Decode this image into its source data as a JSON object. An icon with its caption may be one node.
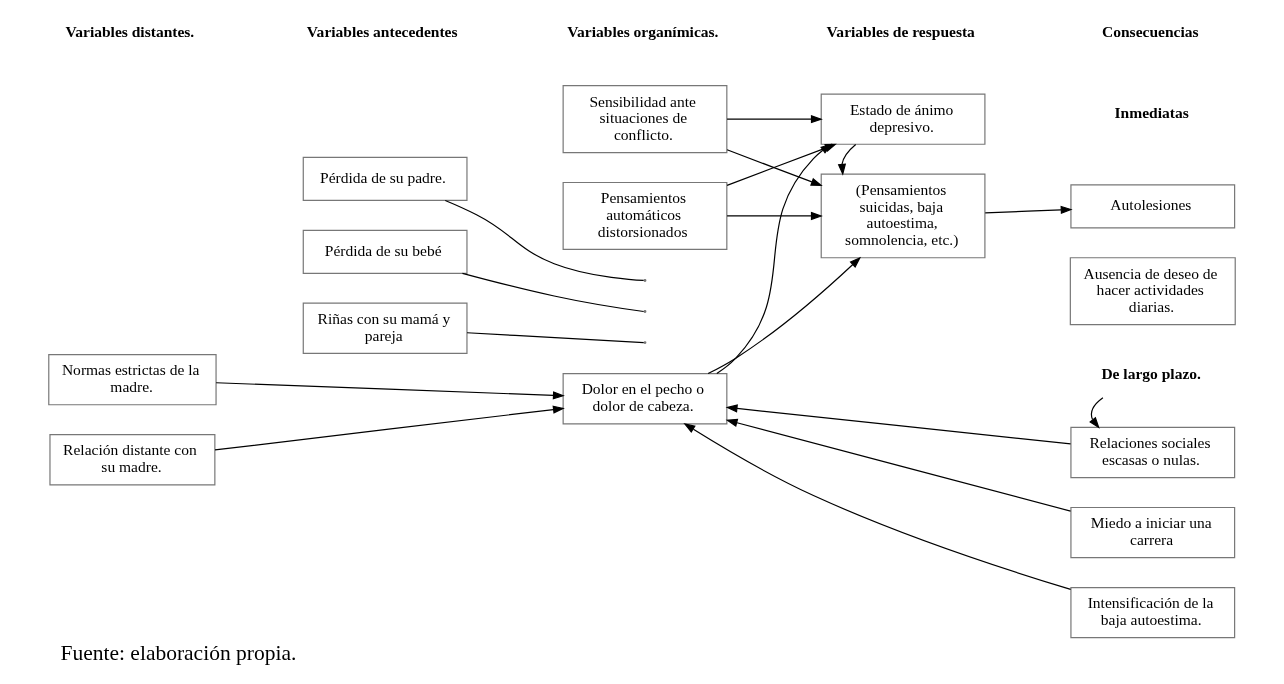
{
  "diagram": {
    "caption": "Fuente: elaboración propia.",
    "nodes": [
      {
        "text": [
          "Normas estrictas de la madre."
        ]
      },
      {
        "text": [
          "Relación distante con su madre."
        ]
      },
      {
        "text": [
          "Pérdida de su padre."
        ]
      },
      {
        "text": [
          "Pérdida de su bebé"
        ]
      },
      {
        "text": [
          "Riñas con su mamá y pareja"
        ]
      },
      {
        "text": [
          "Sensibilidad ante situaciones de conflicto."
        ]
      },
      {
        "text": [
          "Pensamientos automáticos distorsionados"
        ]
      },
      {
        "text": [
          "Dolor en el pecho o dolor de cabeza."
        ]
      },
      {
        "text": [
          "(Pensamientos suicidas, baja autoestima, somnolencia, etc.)"
        ]
      },
      {
        "text": [
          "Estado de ánimo depresivo."
        ]
      },
      {
        "text": [
          "Autolesiones"
        ]
      },
      {
        "text": [
          "Ausencia de deseo de hacer actividades diarias."
        ]
      },
      {
        "text": [
          "De largo plazo."
        ]
      },
      {
        "text": [
          "Relaciones sociales escasas o nulas."
        ]
      },
      {
        "text": [
          "Miedo a iniciar una carrera"
        ]
      },
      {
        "text": [
          "Intensificación de la baja autoestima."
        ]
      }
    ],
    "edges": [
      {
        "from": 0,
        "to": 7,
        "arrow": "to"
      },
      {
        "from": 1,
        "to": 7,
        "arrow": "to"
      },
      {
        "from": 2,
        "to": null,
        "arrow": "none"
      },
      {
        "from": 3,
        "to": null,
        "arrow": "none"
      },
      {
        "from": 4,
        "to": null,
        "arrow": "none"
      },
      {
        "from": 5,
        "to": 8,
        "arrow": "to"
      },
      {
        "from": 5,
        "to": 9,
        "arrow": "to"
      },
      {
        "from": 6,
        "to": 8,
        "arrow": "to"
      },
      {
        "from": 6,
        "to": 9,
        "arrow": "to"
      },
      {
        "from": 7,
        "to": 8,
        "arrow": "to"
      },
      {
        "from": 7,
        "to": 9,
        "arrow": "to"
      },
      {
        "from": 9,
        "to": 8,
        "arrow": "to"
      },
      {
        "from": 8,
        "to": 10,
        "arrow": "to"
      },
      {
        "from": 12,
        "to": 13,
        "arrow": "to"
      },
      {
        "from": 13,
        "to": 7,
        "arrow": "to"
      },
      {
        "from": 14,
        "to": 7,
        "arrow": "to"
      },
      {
        "from": 15,
        "to": 7,
        "arrow": "to"
      }
    ],
    "labels": [
      "Variables distantes.",
      "Variables antecedentes",
      "Variables organímicas.",
      "Variables de respuesta",
      "Consecuencias",
      "Inmediatas"
    ]
  }
}
